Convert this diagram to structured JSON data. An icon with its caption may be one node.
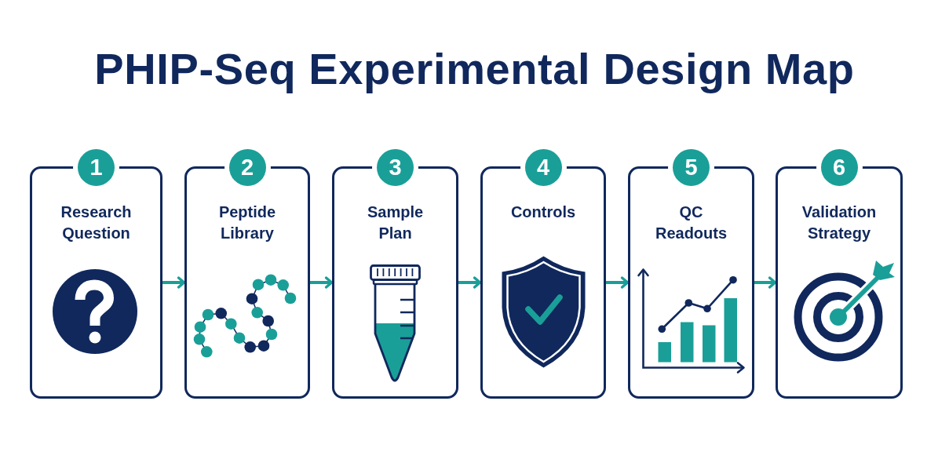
{
  "diagram": {
    "title": "PHIP-Seq Experimental Design Map",
    "nodes": [
      {
        "text": [
          "1"
        ]
      },
      {
        "text": [
          "Research Question"
        ]
      },
      {
        "text": [
          "2"
        ]
      },
      {
        "text": [
          "Peptide Library"
        ]
      },
      {
        "text": [
          "3"
        ]
      },
      {
        "text": [
          "Sample Plan"
        ]
      },
      {
        "text": [
          "4"
        ]
      },
      {
        "text": [
          "Controls"
        ]
      },
      {
        "text": [
          "5"
        ]
      },
      {
        "text": [
          "QC Readouts"
        ]
      },
      {
        "text": [
          "6"
        ]
      },
      {
        "text": [
          "Validation Strategy"
        ]
      }
    ],
    "edges": [
      {
        "from": 1,
        "to": 3,
        "arrow": "to"
      },
      {
        "from": 3,
        "to": 5,
        "arrow": "to"
      },
      {
        "from": 5,
        "to": 7,
        "arrow": "to"
      },
      {
        "from": 7,
        "to": 9,
        "arrow": "to"
      },
      {
        "from": 9,
        "to": 11,
        "arrow": "to"
      }
    ]
  }
}
